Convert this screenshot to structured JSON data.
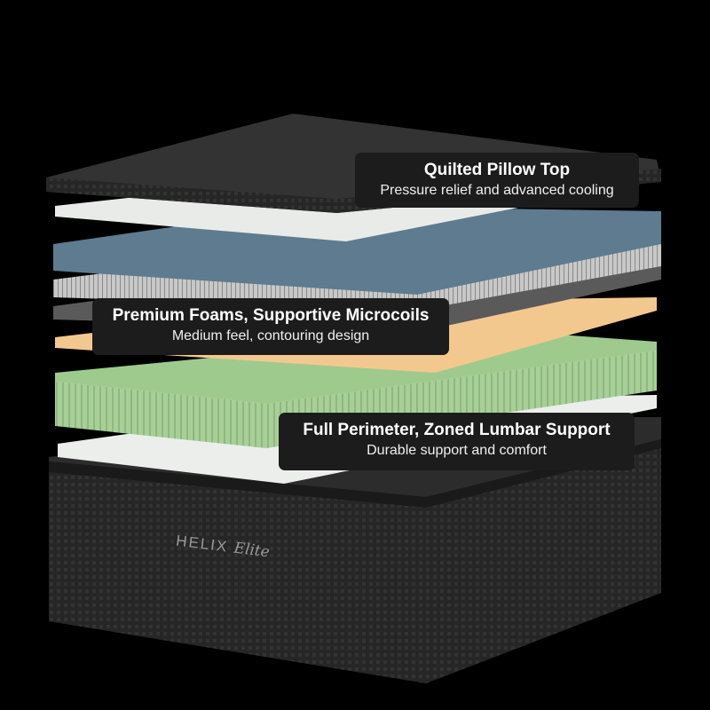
{
  "labels": [
    {
      "title": "Quilted Pillow Top",
      "subtitle": "Pressure relief and advanced cooling"
    },
    {
      "title": "Premium Foams, Supportive Microcoils",
      "subtitle": "Medium feel, contouring design"
    },
    {
      "title": "Full Perimeter, Zoned Lumbar Support",
      "subtitle": "Durable support and comfort"
    }
  ],
  "brand": {
    "logo_text": "HELIX Elite"
  },
  "colors": {
    "background": "#000000",
    "label_bg": "#1c1c1c",
    "pillow_top": "#2f2f2f",
    "foam_white": "#e9ebe8",
    "foam_blue": "#5e7b8f",
    "coils_gray": "#b9b9b9",
    "foam_orange": "#f3c88f",
    "coils_green": "#a8cf98",
    "base": "#262626"
  }
}
